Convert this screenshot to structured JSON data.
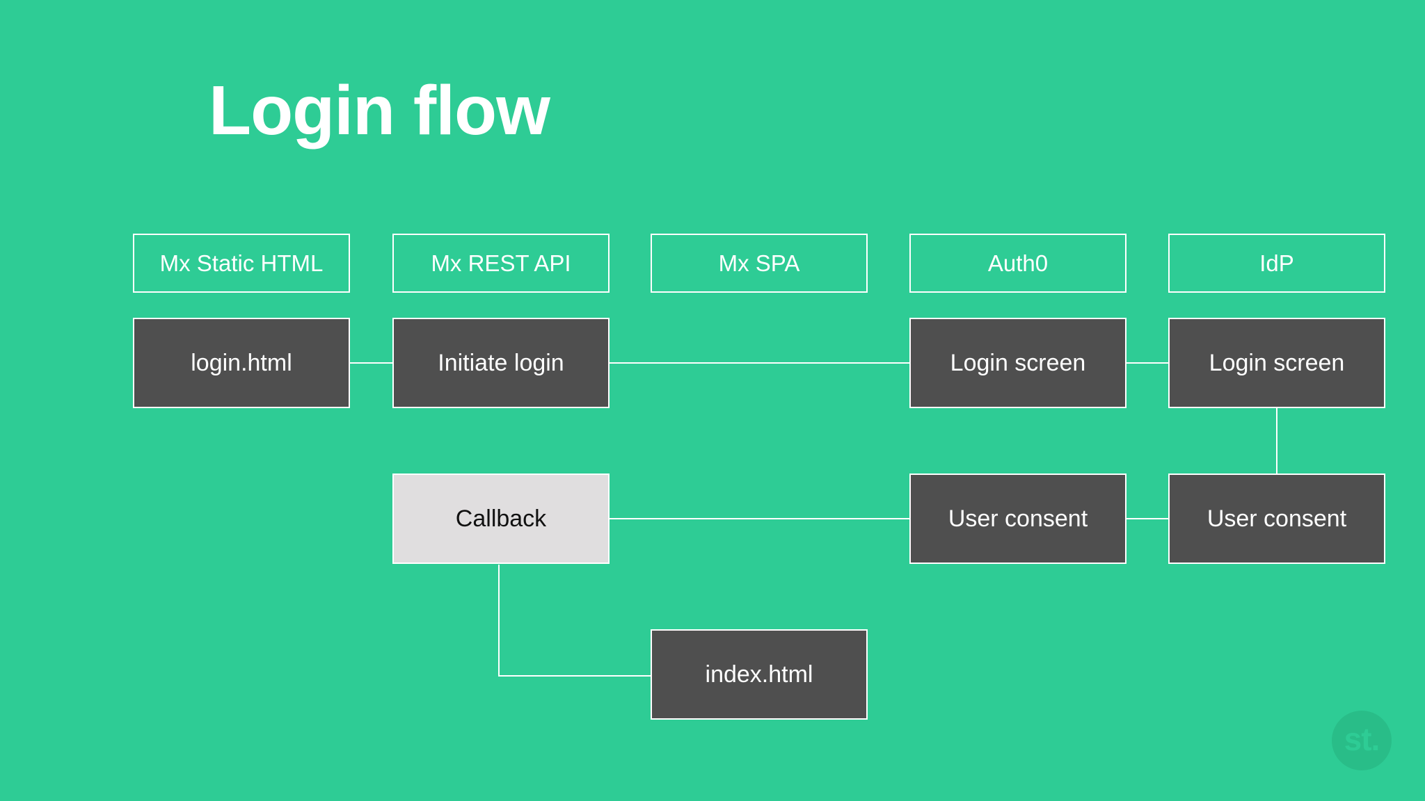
{
  "slide": {
    "title": "Login flow",
    "background_color": "#2ecc95",
    "node_dark_color": "#4f4f4f",
    "node_light_color": "#e0dedf",
    "border_color": "#ffffff",
    "connector_color": "#ffffff"
  },
  "lane_headers": [
    {
      "label": "Mx Static HTML"
    },
    {
      "label": "Mx REST API"
    },
    {
      "label": "Mx SPA"
    },
    {
      "label": "Auth0"
    },
    {
      "label": "IdP"
    }
  ],
  "nodes": [
    {
      "label": "login.html",
      "style": "dark",
      "lane": "Mx Static HTML",
      "row": 1
    },
    {
      "label": "Initiate login",
      "style": "dark",
      "lane": "Mx REST API",
      "row": 1
    },
    {
      "label": "Login screen",
      "style": "dark",
      "lane": "Auth0",
      "row": 1
    },
    {
      "label": "Login screen",
      "style": "dark",
      "lane": "IdP",
      "row": 1
    },
    {
      "label": "Callback",
      "style": "light",
      "lane": "Mx REST API",
      "row": 2
    },
    {
      "label": "User consent",
      "style": "dark",
      "lane": "Auth0",
      "row": 2
    },
    {
      "label": "User consent",
      "style": "dark",
      "lane": "IdP",
      "row": 2
    },
    {
      "label": "index.html",
      "style": "dark",
      "lane": "Mx SPA",
      "row": 3
    }
  ],
  "watermark": {
    "mark": "st."
  }
}
